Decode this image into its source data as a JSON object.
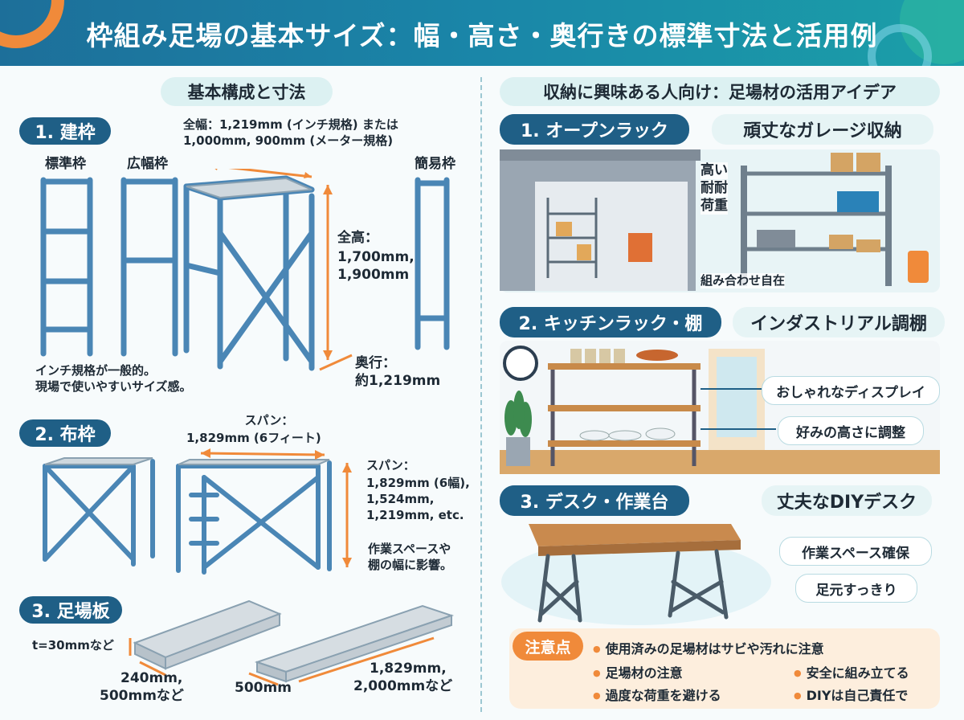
{
  "title": "枠組み足場の基本サイズ：幅・高さ・奥行きの標準寸法と活用例",
  "left": {
    "heading": "基本構成と寸法",
    "sec1": {
      "label": "1. 建枠",
      "types": [
        "標準枠",
        "広幅枠",
        "簡易枠"
      ],
      "width_note_1": "全幅：1,219mm (インチ規格) または",
      "width_note_2": "1,000mm, 900mm (メーター規格)",
      "height_label": "全高：",
      "height_values": [
        "1,700mm,",
        "1,900mm"
      ],
      "depth_label": "奥行：",
      "depth_value": "約1,219mm",
      "note_1": "インチ規格が一般的。",
      "note_2": "現場で使いやすいサイズ感。"
    },
    "sec2": {
      "label": "2. 布枠",
      "span_top_1": "スパン：",
      "span_top_2": "1,829mm (6フィート)",
      "span_side_label": "スパン：",
      "span_side_values": [
        "1,829mm (6幅),",
        "1,524mm,",
        "1,219mm, etc."
      ],
      "note_1": "作業スペースや",
      "note_2": "棚の幅に影響。"
    },
    "sec3": {
      "label": "3. 足場板",
      "thickness": "t=30mmなど",
      "width_1": "240mm,",
      "width_2": "500mmなど",
      "width_b": "500mm",
      "length_1": "1,829mm,",
      "length_2": "2,000mmなど"
    }
  },
  "right": {
    "heading": "収納に興味ある人向け：足場材の活用アイデア",
    "idea1": {
      "label": "1. オープンラック",
      "subtitle": "頑丈なガレージ収納",
      "note_strong_1": "高い",
      "note_strong_2": "耐耐",
      "note_strong_3": "荷重",
      "note_combo": "組み合わせ自在"
    },
    "idea2": {
      "label": "2. キッチンラック・棚",
      "subtitle": "インダストリアル調棚",
      "callouts": [
        "おしゃれなディスプレイ",
        "好みの高さに調整"
      ]
    },
    "idea3": {
      "label": "3. デスク・作業台",
      "subtitle": "丈夫なDIYデスク",
      "callouts": [
        "作業スペース確保",
        "足元すっきり"
      ]
    },
    "notice": {
      "tag": "注意点",
      "items": [
        "使用済みの足場材はサビや汚れに注意",
        "足場材の注意",
        "安全に組み立てる",
        "過度な荷重を避ける",
        "DIYは自己責任で"
      ]
    }
  },
  "colors": {
    "header": "#1d6f9a",
    "pill_dark": "#1f5f86",
    "accent": "#f08a3a",
    "frame": "#4a86b5"
  }
}
